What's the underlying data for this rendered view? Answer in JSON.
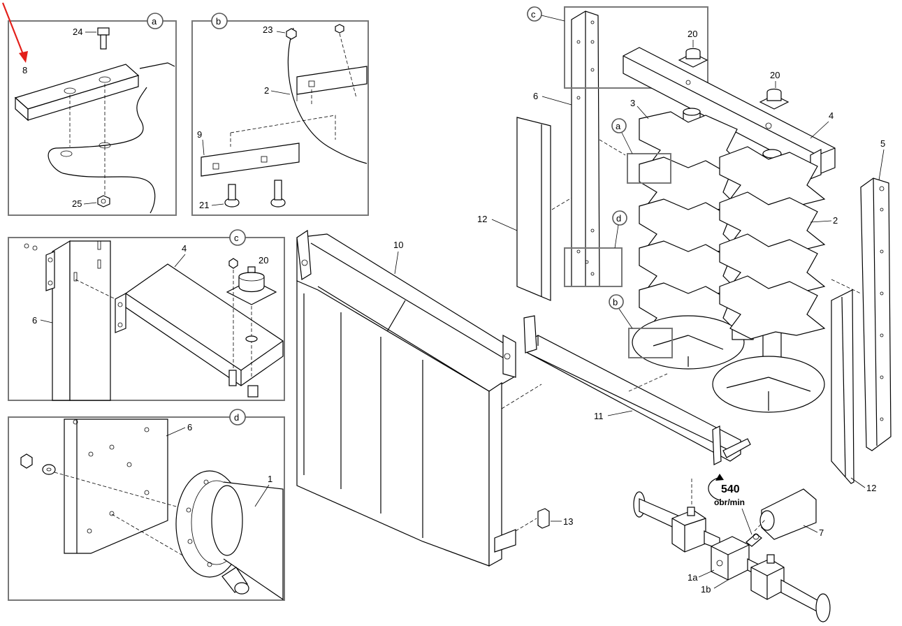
{
  "details": {
    "a": {
      "letter": "a",
      "labels": {
        "p24": "24",
        "p8": "8",
        "p25": "25"
      }
    },
    "b": {
      "letter": "b",
      "labels": {
        "p23": "23",
        "p2": "2",
        "p9": "9",
        "p21": "21"
      }
    },
    "c": {
      "letter": "c",
      "labels": {
        "p4": "4",
        "p20": "20",
        "p6": "6"
      }
    },
    "d": {
      "letter": "d",
      "labels": {
        "p6": "6",
        "p1": "1"
      }
    }
  },
  "main": {
    "callouts": {
      "c": "c",
      "a": "a",
      "d": "d",
      "b": "b"
    },
    "labels": {
      "p20a": "20",
      "p20b": "20",
      "p6": "6",
      "p3": "3",
      "p4": "4",
      "p5": "5",
      "p12a": "12",
      "p10": "10",
      "p2": "2",
      "p11": "11",
      "p12b": "12",
      "p13": "13",
      "p7": "7",
      "p1a": "1a",
      "p1b": "1b"
    },
    "speed": {
      "value": "540",
      "unit": "obr/min"
    }
  }
}
